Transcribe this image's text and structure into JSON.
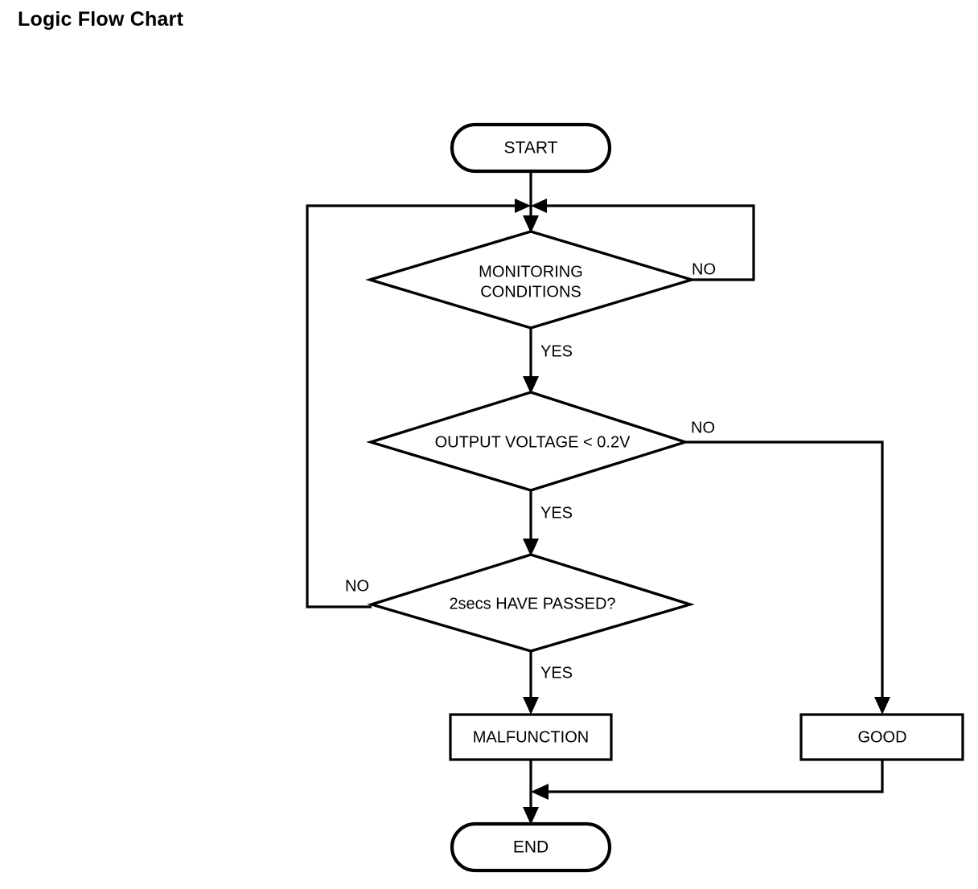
{
  "page": {
    "title": "Logic Flow Chart",
    "background_color": "#ffffff",
    "line_color": "#000000"
  },
  "chart_data": {
    "type": "flowchart",
    "title": "Logic Flow Chart",
    "orientation": "top-to-bottom",
    "nodes": [
      {
        "id": "start",
        "shape": "terminator",
        "label": "START"
      },
      {
        "id": "monitoring",
        "shape": "decision",
        "label": "MONITORING CONDITIONS",
        "label_line1": "MONITORING",
        "label_line2": "CONDITIONS"
      },
      {
        "id": "voltage",
        "shape": "decision",
        "label": "OUTPUT VOLTAGE < 0.2V"
      },
      {
        "id": "timer",
        "shape": "decision",
        "label": "2secs HAVE PASSED?"
      },
      {
        "id": "malfunction",
        "shape": "process",
        "label": "MALFUNCTION"
      },
      {
        "id": "good",
        "shape": "process",
        "label": "GOOD"
      },
      {
        "id": "end",
        "shape": "terminator",
        "label": "END"
      }
    ],
    "edges": [
      {
        "from": "start",
        "to": "monitoring",
        "label": ""
      },
      {
        "from": "monitoring",
        "to": "monitoring",
        "label": "NO",
        "label_position": "right",
        "note": "loops back above monitoring via right then left rail"
      },
      {
        "from": "monitoring",
        "to": "voltage",
        "label": "YES",
        "label_position": "right"
      },
      {
        "from": "voltage",
        "to": "good",
        "label": "NO",
        "label_position": "right"
      },
      {
        "from": "voltage",
        "to": "timer",
        "label": "YES",
        "label_position": "right"
      },
      {
        "from": "timer",
        "to": "monitoring",
        "label": "NO",
        "label_position": "left",
        "note": "loops back to entry above monitoring via left rail"
      },
      {
        "from": "timer",
        "to": "malfunction",
        "label": "YES",
        "label_position": "right"
      },
      {
        "from": "malfunction",
        "to": "end",
        "label": ""
      },
      {
        "from": "good",
        "to": "end",
        "label": ""
      }
    ],
    "edge_labels": {
      "monitoring_no": "NO",
      "monitoring_yes": "YES",
      "voltage_no": "NO",
      "voltage_yes": "YES",
      "timer_no": "NO",
      "timer_yes": "YES"
    }
  }
}
